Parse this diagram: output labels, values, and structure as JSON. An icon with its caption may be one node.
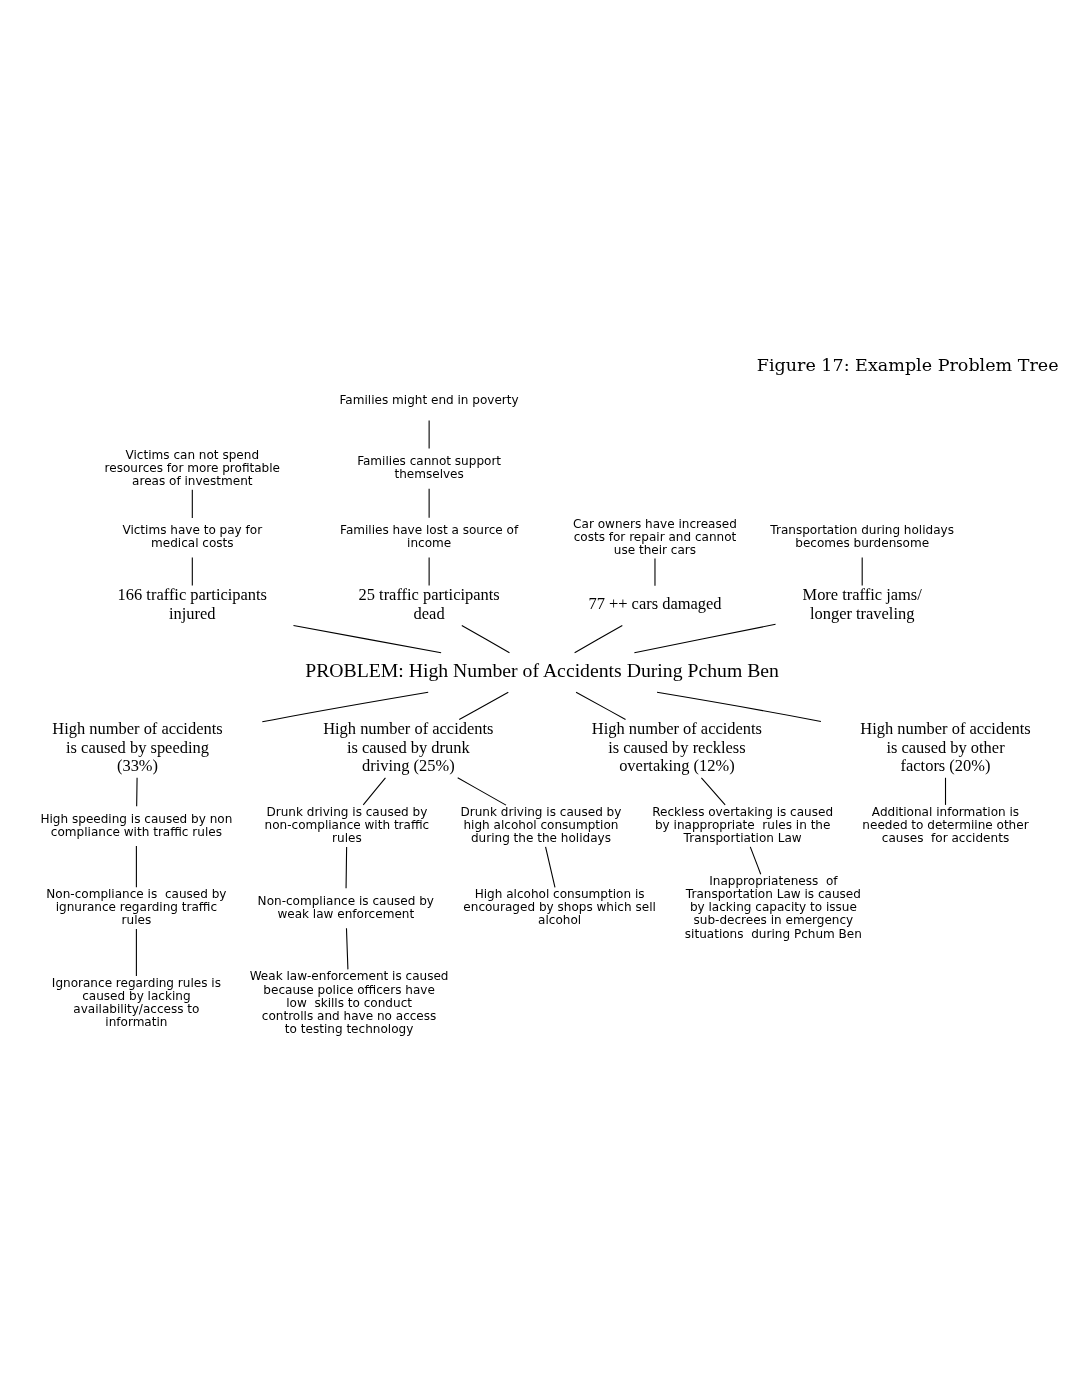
{
  "diagram": {
    "title": "Figure 17: Example Problem Tree",
    "nodes": [
      {
        "text": [
          "PROBLEM: High Number of Accidents During Pchum Ben"
        ]
      },
      {
        "text": [
          "166 traffic participants injured"
        ]
      },
      {
        "text": [
          "Victims have to pay for medical costs"
        ]
      },
      {
        "text": [
          "Victims can not spend resources for more profitable areas of investment"
        ]
      },
      {
        "text": [
          "25 traffic participants dead"
        ]
      },
      {
        "text": [
          "Families have lost a source of income"
        ]
      },
      {
        "text": [
          "Families cannot support themselves"
        ]
      },
      {
        "text": [
          "Families might end in poverty"
        ]
      },
      {
        "text": [
          "77 ++ cars damaged"
        ]
      },
      {
        "text": [
          "Car owners have increased costs for repair and cannot use their cars"
        ]
      },
      {
        "text": [
          "More traffic jams/ longer traveling"
        ]
      },
      {
        "text": [
          "Transportation during holidays becomes burdensome"
        ]
      },
      {
        "text": [
          "High number of accidents is caused by speeding (33%)"
        ]
      },
      {
        "text": [
          "High speeding is caused by non compliance with traffic rules"
        ]
      },
      {
        "text": [
          "Non-compliance is  caused by ignurance regarding traffic rules"
        ]
      },
      {
        "text": [
          "Ignorance regarding rules is caused by lacking availability/access to informatin"
        ]
      },
      {
        "text": [
          "High number of accidents is caused by drunk driving (25%)"
        ]
      },
      {
        "text": [
          "Drunk driving is caused by non-compliance with traffic rules"
        ]
      },
      {
        "text": [
          "Non-compliance is caused by weak law enforcement"
        ]
      },
      {
        "text": [
          "Weak law-enforcement is caused because police officers have low  skills to conduct controlls and have no access  to testing technology"
        ]
      },
      {
        "text": [
          "Drunk driving is caused by high alcohol consumption during the the holidays"
        ]
      },
      {
        "text": [
          "High alcohol consumption is encouraged by shops which sell alcohol"
        ]
      },
      {
        "text": [
          "High number of accidents  is caused by reckless overtaking (12%)"
        ]
      },
      {
        "text": [
          "Reckless overtaking is caused by inappropriate  rules in the Transportiation Law"
        ]
      },
      {
        "text": [
          "Inappropriateness  of Transportation Law is caused by lacking capacity to issue sub-decrees in emergency situations  during Pchum Ben"
        ]
      },
      {
        "text": [
          "High number of accidents is caused by other factors (20%)"
        ]
      },
      {
        "text": [
          "Additional information is needed to determiine other causes  for accidents"
        ]
      }
    ],
    "edges": [
      {
        "from": 3,
        "to": 2,
        "arrow": "none"
      },
      {
        "from": 2,
        "to": 1,
        "arrow": "none"
      },
      {
        "from": 1,
        "to": 0,
        "arrow": "none"
      },
      {
        "from": 7,
        "to": 6,
        "arrow": "none"
      },
      {
        "from": 6,
        "to": 5,
        "arrow": "none"
      },
      {
        "from": 5,
        "to": 4,
        "arrow": "none"
      },
      {
        "from": 4,
        "to": 0,
        "arrow": "none"
      },
      {
        "from": 9,
        "to": 8,
        "arrow": "none"
      },
      {
        "from": 8,
        "to": 0,
        "arrow": "none"
      },
      {
        "from": 11,
        "to": 10,
        "arrow": "none"
      },
      {
        "from": 10,
        "to": 0,
        "arrow": "none"
      },
      {
        "from": 0,
        "to": 12,
        "arrow": "none"
      },
      {
        "from": 12,
        "to": 13,
        "arrow": "none"
      },
      {
        "from": 13,
        "to": 14,
        "arrow": "none"
      },
      {
        "from": 14,
        "to": 15,
        "arrow": "none"
      },
      {
        "from": 0,
        "to": 16,
        "arrow": "none"
      },
      {
        "from": 16,
        "to": 17,
        "arrow": "none"
      },
      {
        "from": 17,
        "to": 18,
        "arrow": "none"
      },
      {
        "from": 18,
        "to": 19,
        "arrow": "none"
      },
      {
        "from": 16,
        "to": 20,
        "arrow": "none"
      },
      {
        "from": 20,
        "to": 21,
        "arrow": "none"
      },
      {
        "from": 0,
        "to": 22,
        "arrow": "none"
      },
      {
        "from": 22,
        "to": 23,
        "arrow": "none"
      },
      {
        "from": 23,
        "to": 24,
        "arrow": "none"
      },
      {
        "from": 0,
        "to": 25,
        "arrow": "none"
      },
      {
        "from": 25,
        "to": 26,
        "arrow": "none"
      }
    ]
  }
}
